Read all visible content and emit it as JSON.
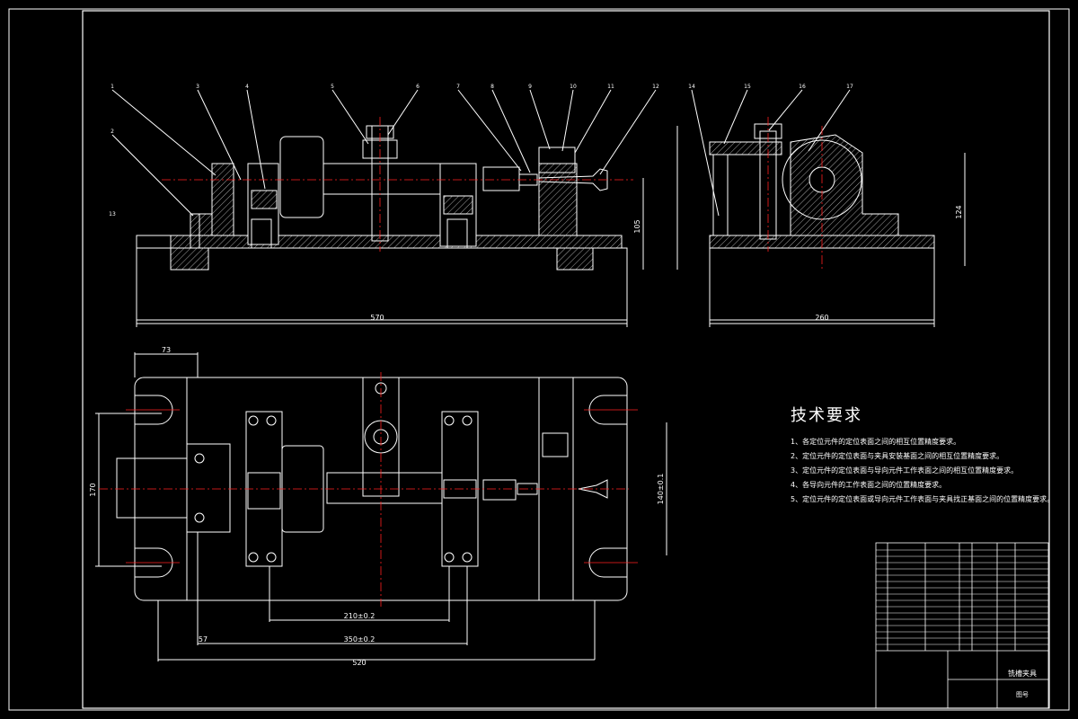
{
  "title_block": {
    "drawing_name": "铣槽夹具",
    "drawing_no": "图号"
  },
  "tech_requirements": {
    "title": "技术要求",
    "items": [
      "1、各定位元件的定位表面之间的相互位置精度要求。",
      "2、定位元件的定位表面与夹具安装基面之间的相互位置精度要求。",
      "3、定位元件的定位表面与导向元件工作表面之间的相互位置精度要求。",
      "4、各导向元件的工作表面之间的位置精度要求。",
      "5、定位元件的定位表面或导向元件工作表面与夹具找正基面之间的位置精度要求。"
    ]
  },
  "dimensions": {
    "front_overall": "570",
    "front_height": "105",
    "side_overall": "260",
    "side_height": "124",
    "top_overall": "520",
    "top_left": "73",
    "top_depth": "170",
    "top_center_1": "210±0.2",
    "top_center_2": "350±0.2",
    "top_offset": "57",
    "top_right_depth": "140±0.1"
  },
  "balloons": [
    "1",
    "2",
    "3",
    "4",
    "5",
    "6",
    "7",
    "8",
    "9",
    "10",
    "11",
    "12",
    "13",
    "14",
    "15",
    "16",
    "17"
  ],
  "colors": {
    "line": "#ffffff",
    "centerline": "#ff2020",
    "hatch": "#ffffff",
    "accent_yellow": "#ffff00",
    "background": "#000000"
  }
}
